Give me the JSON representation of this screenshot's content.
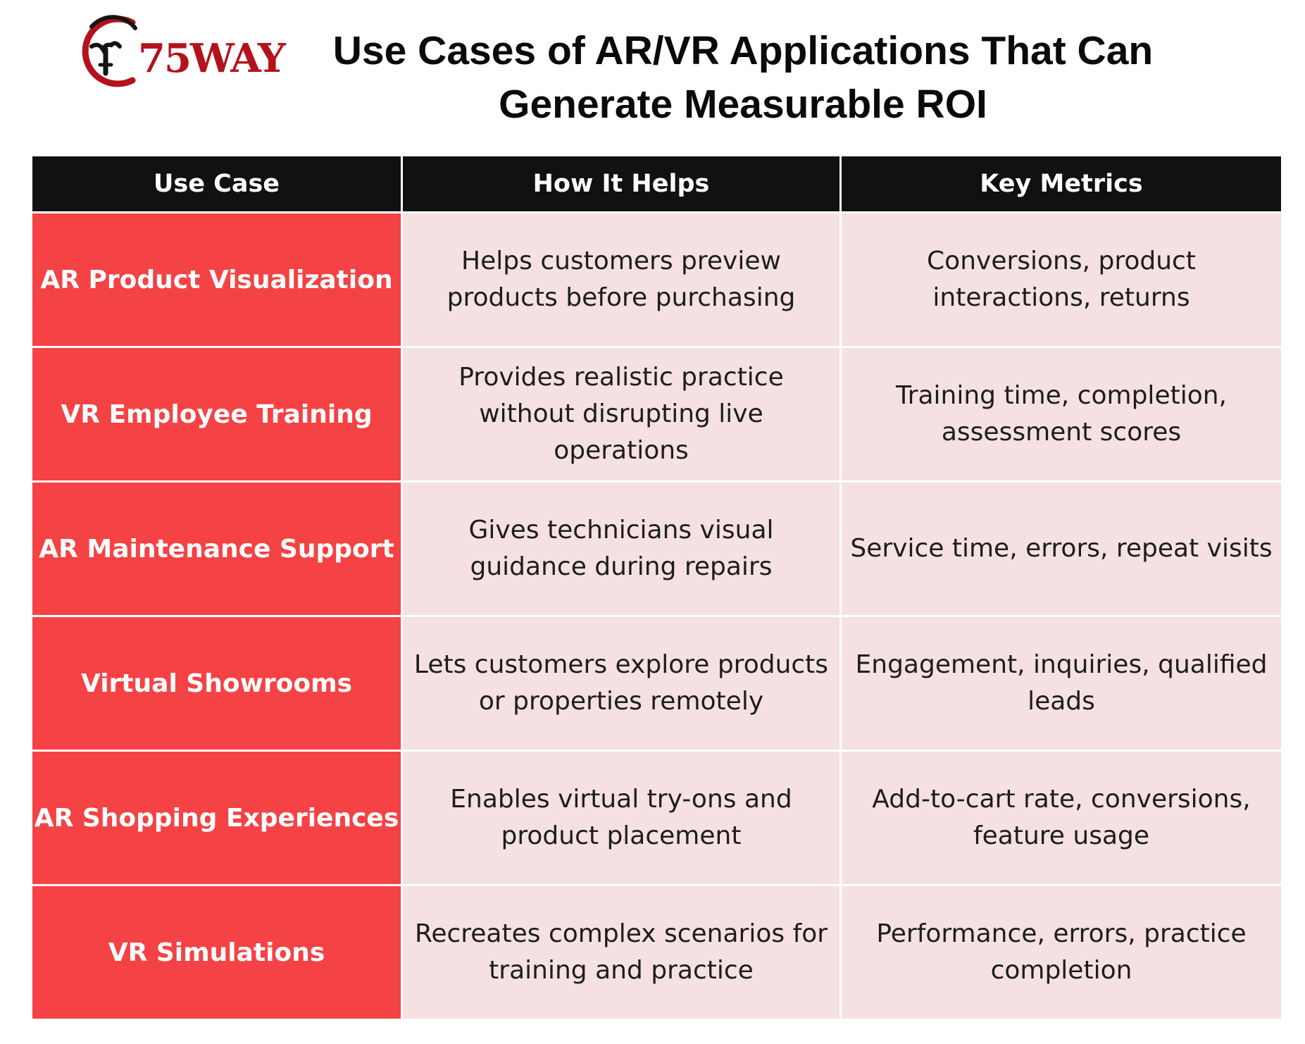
{
  "logo": {
    "text": "75WAY",
    "colors": {
      "primary": "#b4121b",
      "dark": "#141414"
    }
  },
  "title": {
    "line1": "Use Cases of AR/VR Applications That Can",
    "line2": "Generate Measurable ROI"
  },
  "table": {
    "headers": [
      "Use Case",
      "How It Helps",
      "Key Metrics"
    ],
    "rows": [
      {
        "use_case": "AR Product Visualization",
        "how_it_helps": "Helps customers preview products before purchasing",
        "key_metrics": "Conversions, product interactions, returns"
      },
      {
        "use_case": "VR Employee Training",
        "how_it_helps": "Provides realistic practice without disrupting live operations",
        "key_metrics": "Training time, completion, assessment scores"
      },
      {
        "use_case": "AR Maintenance Support",
        "how_it_helps": "Gives technicians visual guidance during repairs",
        "key_metrics": "Service time, errors, repeat visits"
      },
      {
        "use_case": "Virtual Showrooms",
        "how_it_helps": "Lets customers explore products or properties remotely",
        "key_metrics": "Engagement, inquiries, qualified leads"
      },
      {
        "use_case": "AR Shopping Experiences",
        "how_it_helps": "Enables virtual try-ons and product placement",
        "key_metrics": "Add-to-cart rate, conversions, feature usage"
      },
      {
        "use_case": "VR Simulations",
        "how_it_helps": "Recreates complex scenarios for training and practice",
        "key_metrics": "Performance, errors, practice completion"
      }
    ]
  },
  "colors": {
    "header_bg": "#111111",
    "use_case_bg": "#f54244",
    "cell_bg": "#f5e1e2",
    "title_text": "#0a0a0a"
  }
}
